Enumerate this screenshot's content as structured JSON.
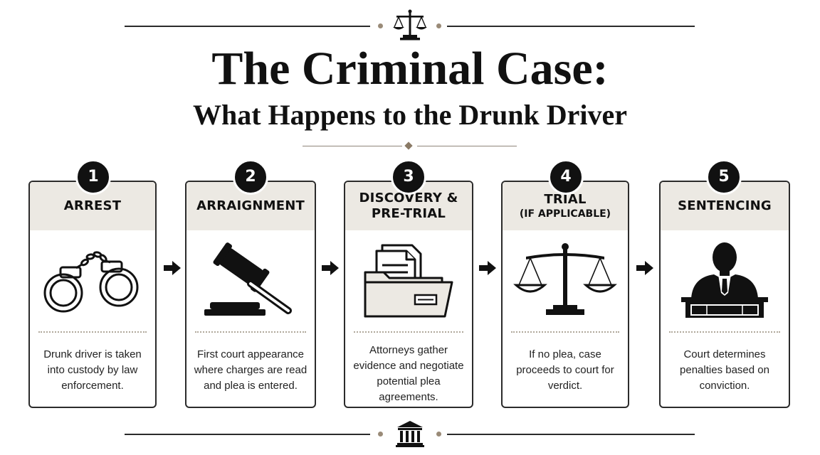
{
  "header": {
    "title": "The Criminal Case:",
    "subtitle": "What Happens to the Drunk Driver",
    "top_icon": "scales-of-justice-icon",
    "bottom_icon": "courthouse-icon"
  },
  "colors": {
    "accent": "#9a8b78",
    "ink": "#111111",
    "card_header_bg": "#ece9e3",
    "divider": "#b0a89b"
  },
  "steps": [
    {
      "number": "1",
      "label": "ARREST",
      "sublabel": "",
      "icon": "handcuffs-icon",
      "description": "Drunk driver is taken into custody by law enforcement."
    },
    {
      "number": "2",
      "label": "ARRAIGNMENT",
      "sublabel": "",
      "icon": "gavel-icon",
      "description": "First court appearance where charges are read and plea is entered."
    },
    {
      "number": "3",
      "label": "DISCOVERY & PRE-TRIAL",
      "sublabel": "",
      "icon": "folder-documents-icon",
      "description": "Attorneys gather evidence and negotiate potential plea agreements."
    },
    {
      "number": "4",
      "label": "TRIAL",
      "sublabel": "(IF APPLICABLE)",
      "icon": "scales-icon",
      "description": "If no plea, case proceeds to court for verdict."
    },
    {
      "number": "5",
      "label": "SENTENCING",
      "sublabel": "",
      "icon": "judge-icon",
      "description": "Court determines penalties based on conviction."
    }
  ],
  "connectors": [
    "arrow-right-icon",
    "arrow-right-icon",
    "arrow-right-icon",
    "arrow-right-icon"
  ]
}
